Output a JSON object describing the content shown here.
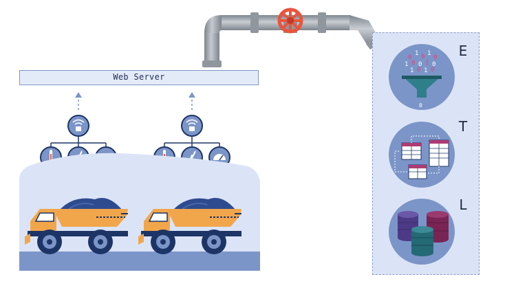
{
  "web_server": {
    "label": "Web Server"
  },
  "etl": {
    "extract_letter": "E",
    "transform_letter": "T",
    "load_letter": "L"
  },
  "colors": {
    "navy": "#1d3466",
    "mid_blue": "#7c95c8",
    "light_blue": "#dbe4f6",
    "truck_orange": "#f2a64b",
    "pipe_grey": "#9ea4ab",
    "valve_red": "#e8553d",
    "funnel_teal": "#2f7f8a",
    "db_purple": "#4d3a86",
    "db_plum": "#7a2454",
    "db_teal": "#246a76"
  },
  "icons": [
    "wifi-gateway-icon",
    "thermometer-icon",
    "vibration-icon",
    "gauge-icon",
    "dump-truck-icon",
    "pipe-icon",
    "valve-icon",
    "funnel-icon",
    "table-icon",
    "database-icon"
  ]
}
